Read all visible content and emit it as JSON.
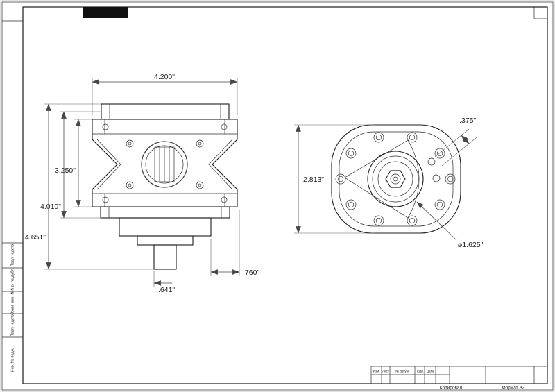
{
  "sheet": {
    "copied_label": "Копировал",
    "format_label": "Формат А2",
    "stamp_cells": {
      "izm": "Изм.",
      "list": "Лист",
      "doc": "№ докум.",
      "podp": "Подп.",
      "date": "Дата"
    },
    "side_labels": [
      "Подп. и дата",
      "Инв. № дубл.",
      "Взам. инв. №",
      "Подп. и дата",
      "Инв. № подл."
    ]
  },
  "side_view": {
    "dim_width": "4.200\"",
    "dim_body_height": "3.250\"",
    "dim_flange_height": "4.010\"",
    "dim_total_height": "4.651\"",
    "dim_shaft": ".641\"",
    "dim_hub": ".760\""
  },
  "front_view": {
    "dim_height": "2.813\"",
    "dim_port": ".375\"",
    "dim_hub_dia": "⌀1.625\""
  }
}
